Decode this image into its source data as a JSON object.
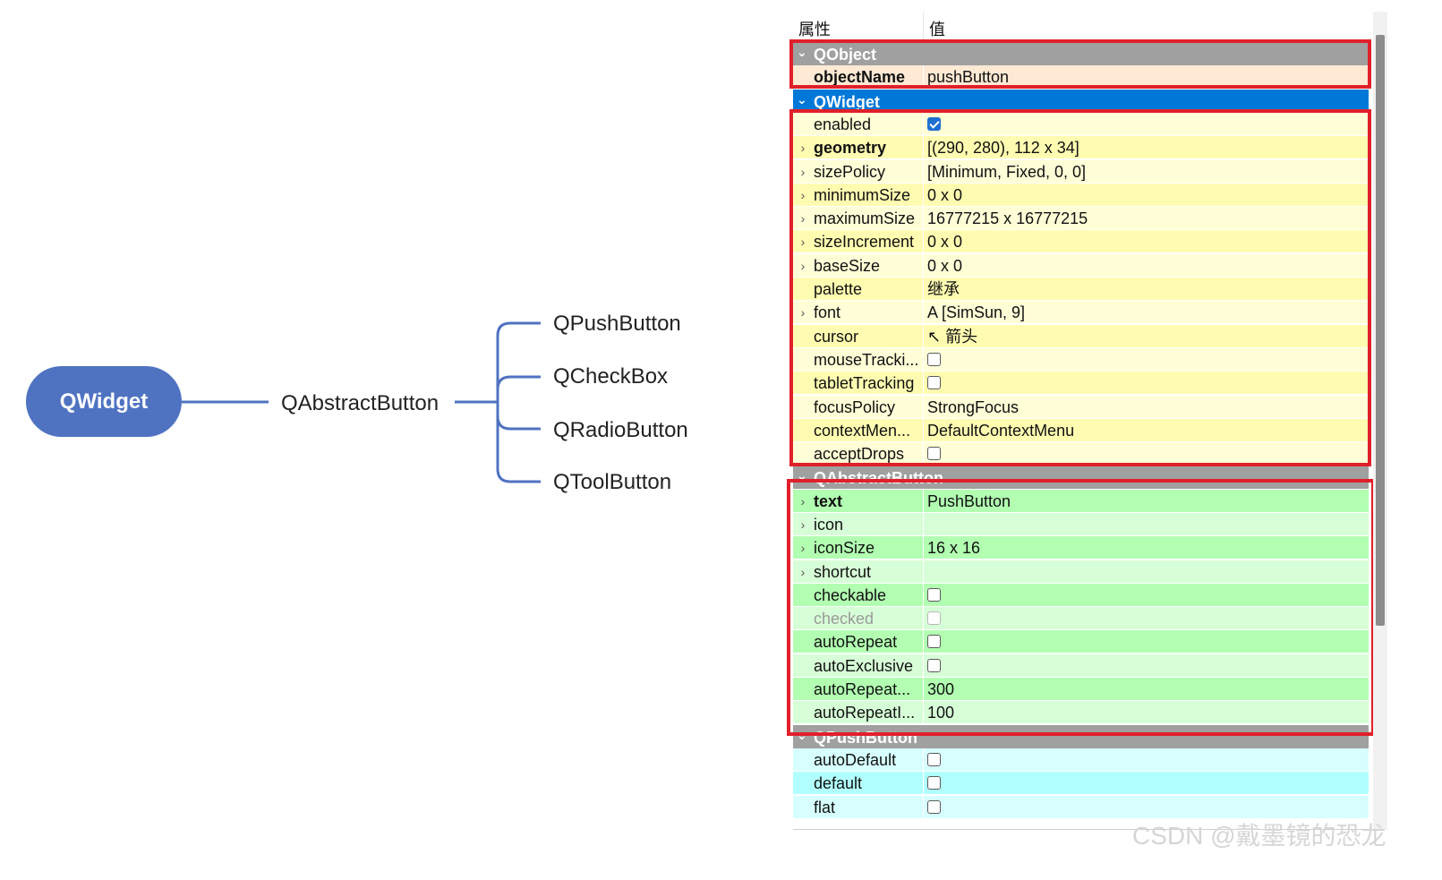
{
  "mindmap": {
    "root": "QWidget",
    "middle": "QAbstractButton",
    "children": [
      "QPushButton",
      "QCheckBox",
      "QRadioButton",
      "QToolButton"
    ],
    "line_color": "#4f73c1",
    "root_fill": "#4f73c1"
  },
  "property_editor": {
    "header": {
      "property": "属性",
      "value": "值"
    },
    "groups": [
      {
        "name": "QObject",
        "header_color": "#a0a0a0",
        "rows": [
          {
            "name": "objectName",
            "value": "pushButton",
            "bold": true,
            "bg": "#fde9d4"
          }
        ]
      },
      {
        "name": "QWidget",
        "header_color": "#0078d7",
        "rows": [
          {
            "name": "enabled",
            "checkbox": "checked",
            "bg": "#fffed7"
          },
          {
            "name": "geometry",
            "value": "[(290, 280), 112 x 34]",
            "bold": true,
            "expand": true,
            "bg": "#fffcb2"
          },
          {
            "name": "sizePolicy",
            "value": "[Minimum, Fixed, 0, 0]",
            "expand": true,
            "bg": "#fffed7"
          },
          {
            "name": "minimumSize",
            "value": "0 x 0",
            "expand": true,
            "bg": "#fffcb2"
          },
          {
            "name": "maximumSize",
            "value": "16777215 x 16777215",
            "expand": true,
            "bg": "#fffed7"
          },
          {
            "name": "sizeIncrement",
            "value": "0 x 0",
            "expand": true,
            "bg": "#fffcb2"
          },
          {
            "name": "baseSize",
            "value": "0 x 0",
            "expand": true,
            "bg": "#fffed7"
          },
          {
            "name": "palette",
            "value": "继承",
            "bg": "#fffcb2"
          },
          {
            "name": "font",
            "value": "A  [SimSun, 9]",
            "expand": true,
            "bg": "#fffed7"
          },
          {
            "name": "cursor",
            "value": "↖  箭头",
            "bg": "#fffcb2"
          },
          {
            "name": "mouseTracki...",
            "checkbox": "unchecked",
            "bg": "#fffed7"
          },
          {
            "name": "tabletTracking",
            "checkbox": "unchecked",
            "bg": "#fffcb2"
          },
          {
            "name": "focusPolicy",
            "value": "StrongFocus",
            "bg": "#fffed7"
          },
          {
            "name": "contextMen...",
            "value": "DefaultContextMenu",
            "bg": "#fffcb2"
          },
          {
            "name": "acceptDrops",
            "checkbox": "unchecked",
            "bg": "#fffed7"
          }
        ]
      },
      {
        "name": "QAbstractButton",
        "header_color": "#a0a0a0",
        "rows": [
          {
            "name": "text",
            "value": "PushButton",
            "bold": true,
            "expand": true,
            "bg": "#b2ffb2"
          },
          {
            "name": "icon",
            "value": "",
            "expand": true,
            "bg": "#d7ffd7"
          },
          {
            "name": "iconSize",
            "value": "16 x 16",
            "expand": true,
            "bg": "#b2ffb2"
          },
          {
            "name": "shortcut",
            "value": "",
            "expand": true,
            "bg": "#d7ffd7"
          },
          {
            "name": "checkable",
            "checkbox": "unchecked",
            "bg": "#b2ffb2"
          },
          {
            "name": "checked",
            "checkbox": "disabled",
            "disabled": true,
            "bg": "#d7ffd7"
          },
          {
            "name": "autoRepeat",
            "checkbox": "unchecked",
            "bg": "#b2ffb2"
          },
          {
            "name": "autoExclusive",
            "checkbox": "unchecked",
            "bg": "#d7ffd7"
          },
          {
            "name": "autoRepeat...",
            "value": "300",
            "bg": "#b2ffb2"
          },
          {
            "name": "autoRepeatI...",
            "value": "100",
            "bg": "#d7ffd7"
          }
        ]
      },
      {
        "name": "QPushButton",
        "header_color": "#a0a0a0",
        "rows": [
          {
            "name": "autoDefault",
            "checkbox": "unchecked",
            "bg": "#d7ffff"
          },
          {
            "name": "default",
            "checkbox": "unchecked",
            "bg": "#b2ffff"
          },
          {
            "name": "flat",
            "checkbox": "unchecked",
            "bg": "#d7ffff"
          }
        ]
      }
    ]
  },
  "highlight_color": "#e0202a",
  "watermark": "CSDN @戴墨镜的恐龙"
}
